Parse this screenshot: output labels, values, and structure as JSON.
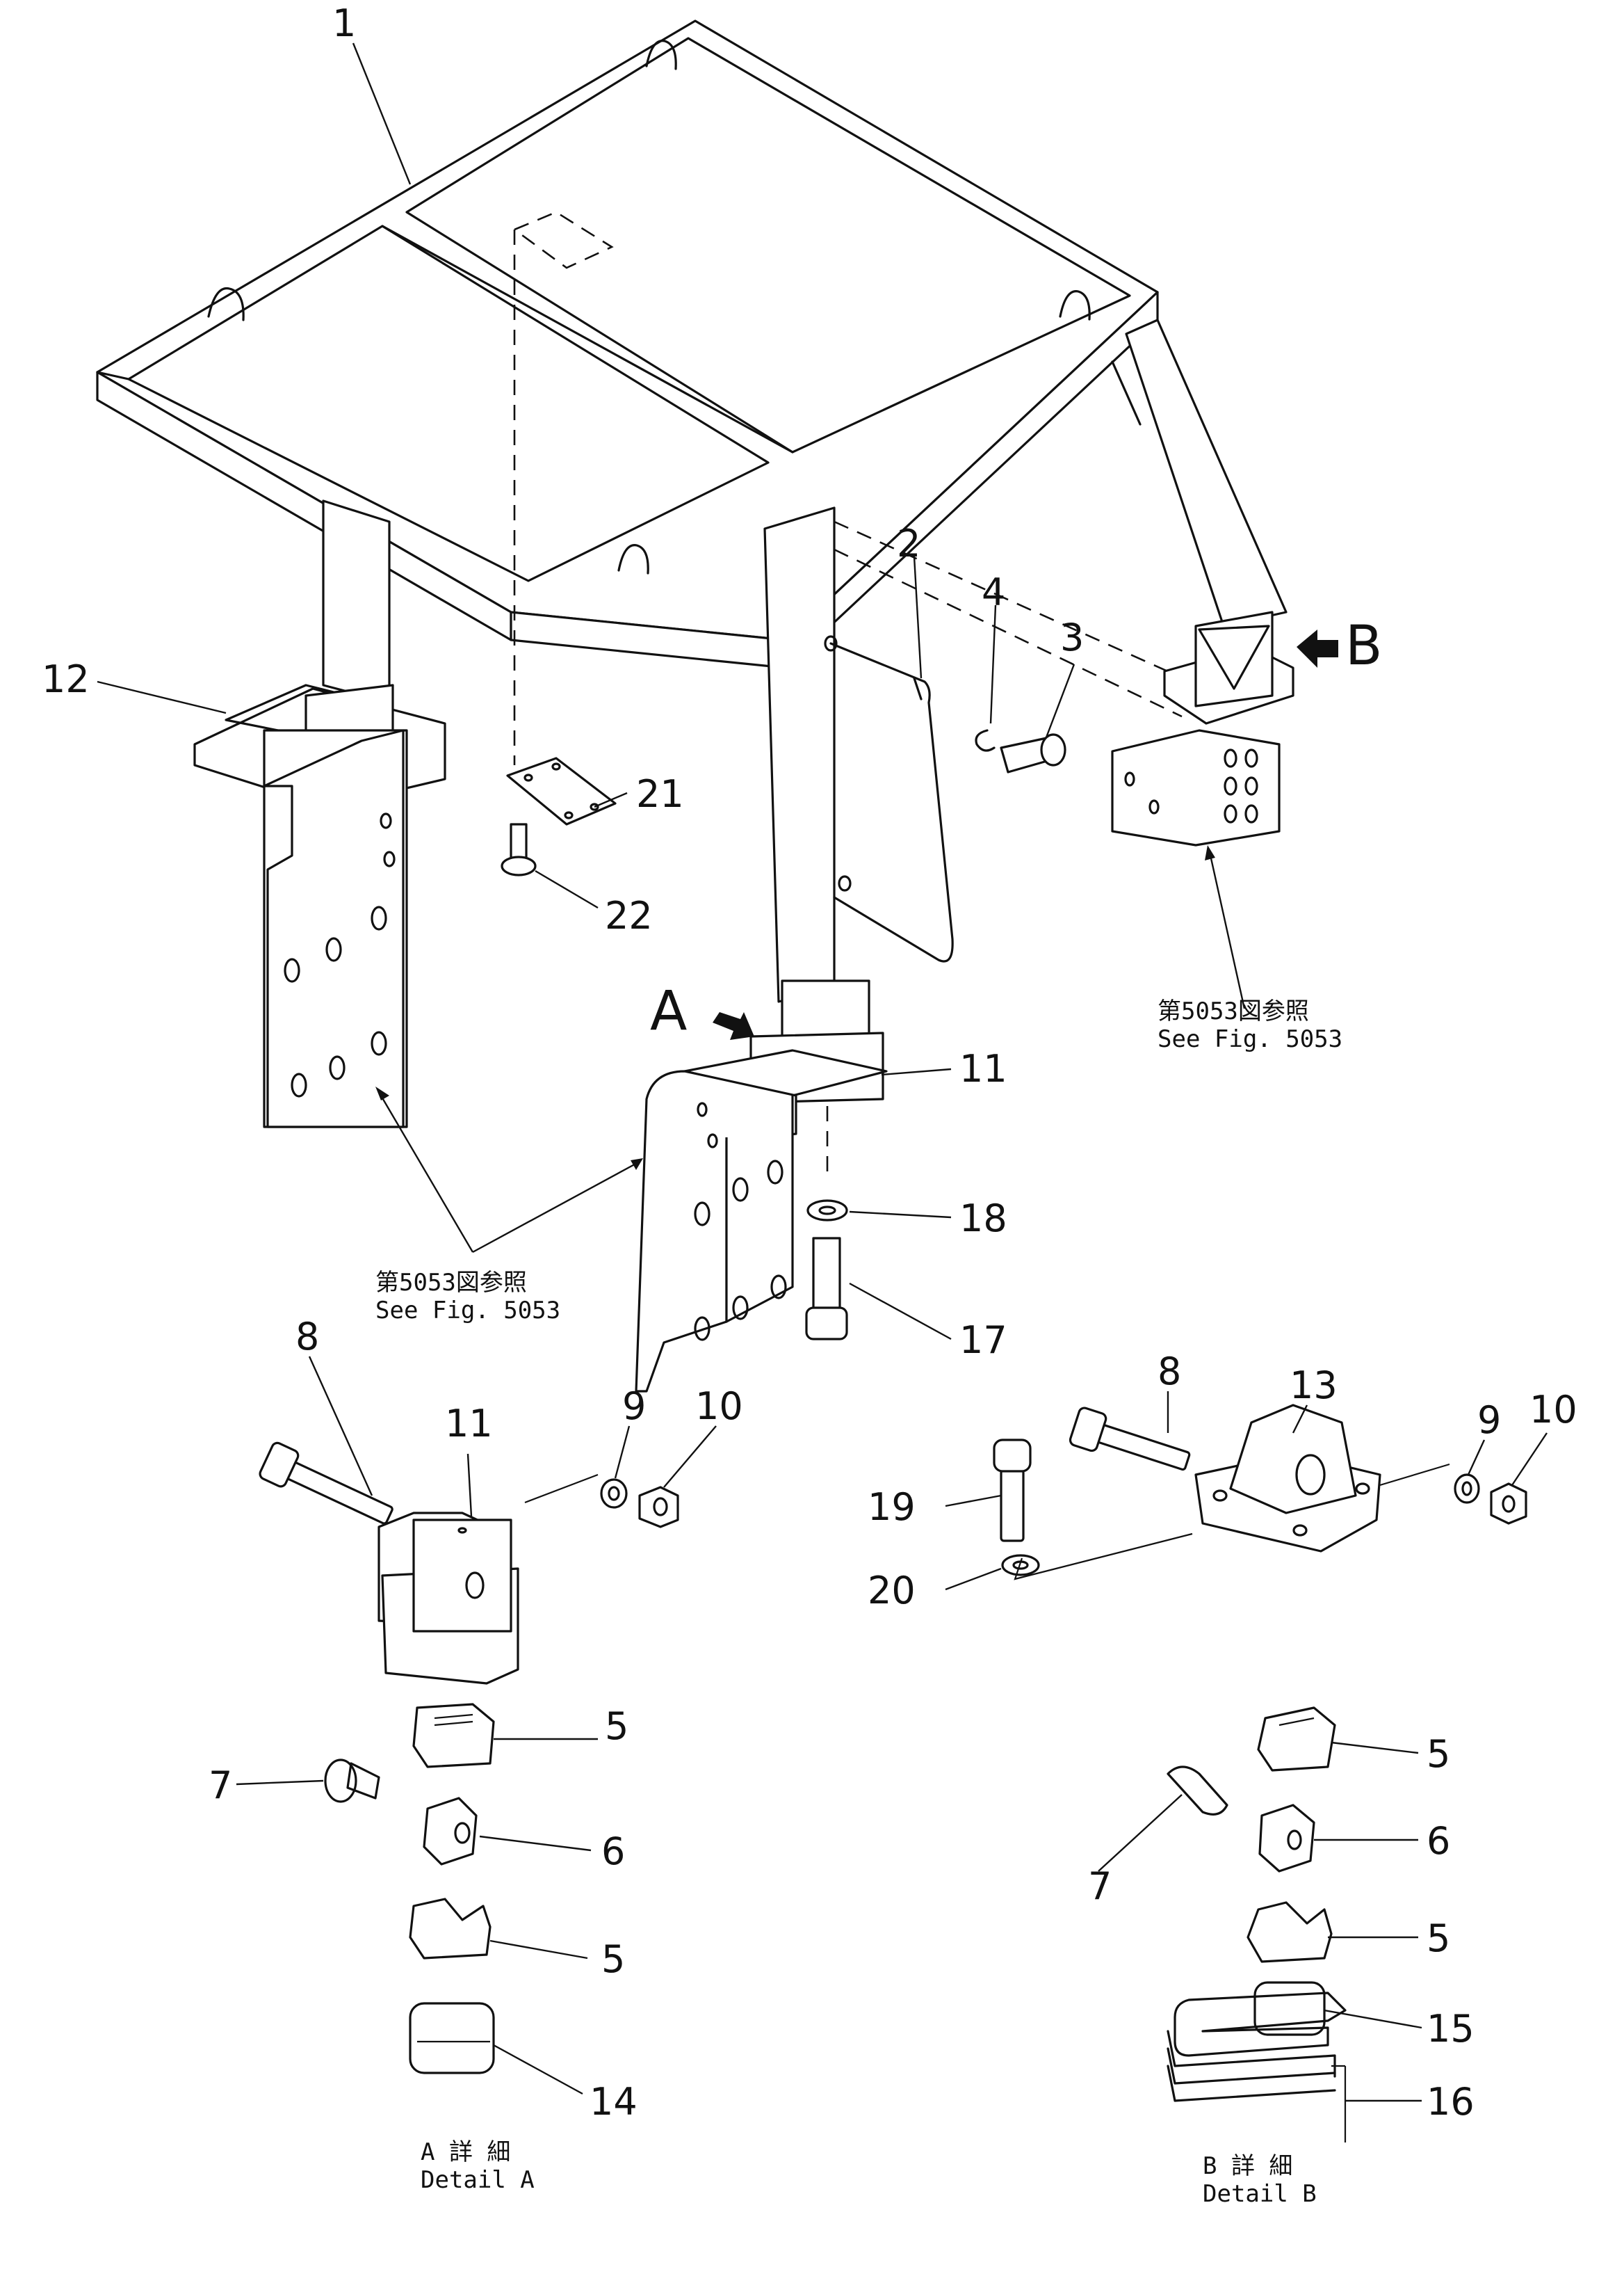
{
  "callouts": {
    "c1": "1",
    "c2": "2",
    "c3": "3",
    "c4": "4",
    "c12": "12",
    "c21": "21",
    "c22": "22",
    "c11_top": "11",
    "c18": "18",
    "c17": "17",
    "a8": "8",
    "a11": "11",
    "a9": "9",
    "a10": "10",
    "a5_top": "5",
    "a7": "7",
    "a6": "6",
    "a5_bot": "5",
    "a14": "14",
    "b8": "8",
    "b13": "13",
    "b9": "9",
    "b10": "10",
    "b19": "19",
    "b20": "20",
    "b5_top": "5",
    "b7": "7",
    "b6": "6",
    "b5_bot": "5",
    "b15": "15",
    "b16": "16"
  },
  "view_markers": {
    "a": "A",
    "b": "B"
  },
  "references": {
    "left_jp": "第5053図参照",
    "left_en": "See  Fig.  5053",
    "right_jp": "第5053図参照",
    "right_en": "See  Fig.  5053"
  },
  "details": {
    "a_jp": "A 詳 細",
    "a_en": "Detail  A",
    "b_jp": "B 詳 細",
    "b_en": "Detail  B"
  }
}
